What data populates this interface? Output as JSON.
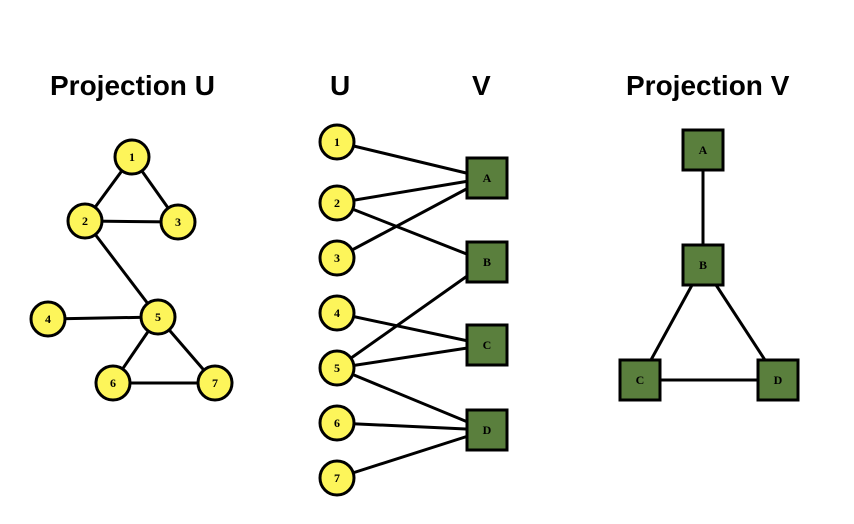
{
  "headings": {
    "projection_u": "Projection U",
    "u": "U",
    "v": "V",
    "projection_v": "Projection V"
  },
  "colors": {
    "u_node_fill": "#fdf55a",
    "v_node_fill": "#5a7f3d",
    "edge": "#000000"
  },
  "projection_u": {
    "nodes": [
      "1",
      "2",
      "3",
      "4",
      "5",
      "6",
      "7"
    ],
    "edges": [
      [
        "1",
        "2"
      ],
      [
        "1",
        "3"
      ],
      [
        "2",
        "3"
      ],
      [
        "2",
        "5"
      ],
      [
        "4",
        "5"
      ],
      [
        "5",
        "6"
      ],
      [
        "5",
        "7"
      ],
      [
        "6",
        "7"
      ]
    ]
  },
  "bipartite": {
    "u_nodes": [
      "1",
      "2",
      "3",
      "4",
      "5",
      "6",
      "7"
    ],
    "v_nodes": [
      "A",
      "B",
      "C",
      "D"
    ],
    "edges": [
      [
        "1",
        "A"
      ],
      [
        "2",
        "A"
      ],
      [
        "2",
        "B"
      ],
      [
        "3",
        "A"
      ],
      [
        "4",
        "C"
      ],
      [
        "5",
        "B"
      ],
      [
        "5",
        "C"
      ],
      [
        "5",
        "D"
      ],
      [
        "6",
        "D"
      ],
      [
        "7",
        "D"
      ]
    ]
  },
  "projection_v": {
    "nodes": [
      "A",
      "B",
      "C",
      "D"
    ],
    "edges": [
      [
        "A",
        "B"
      ],
      [
        "B",
        "C"
      ],
      [
        "B",
        "D"
      ],
      [
        "C",
        "D"
      ]
    ]
  }
}
